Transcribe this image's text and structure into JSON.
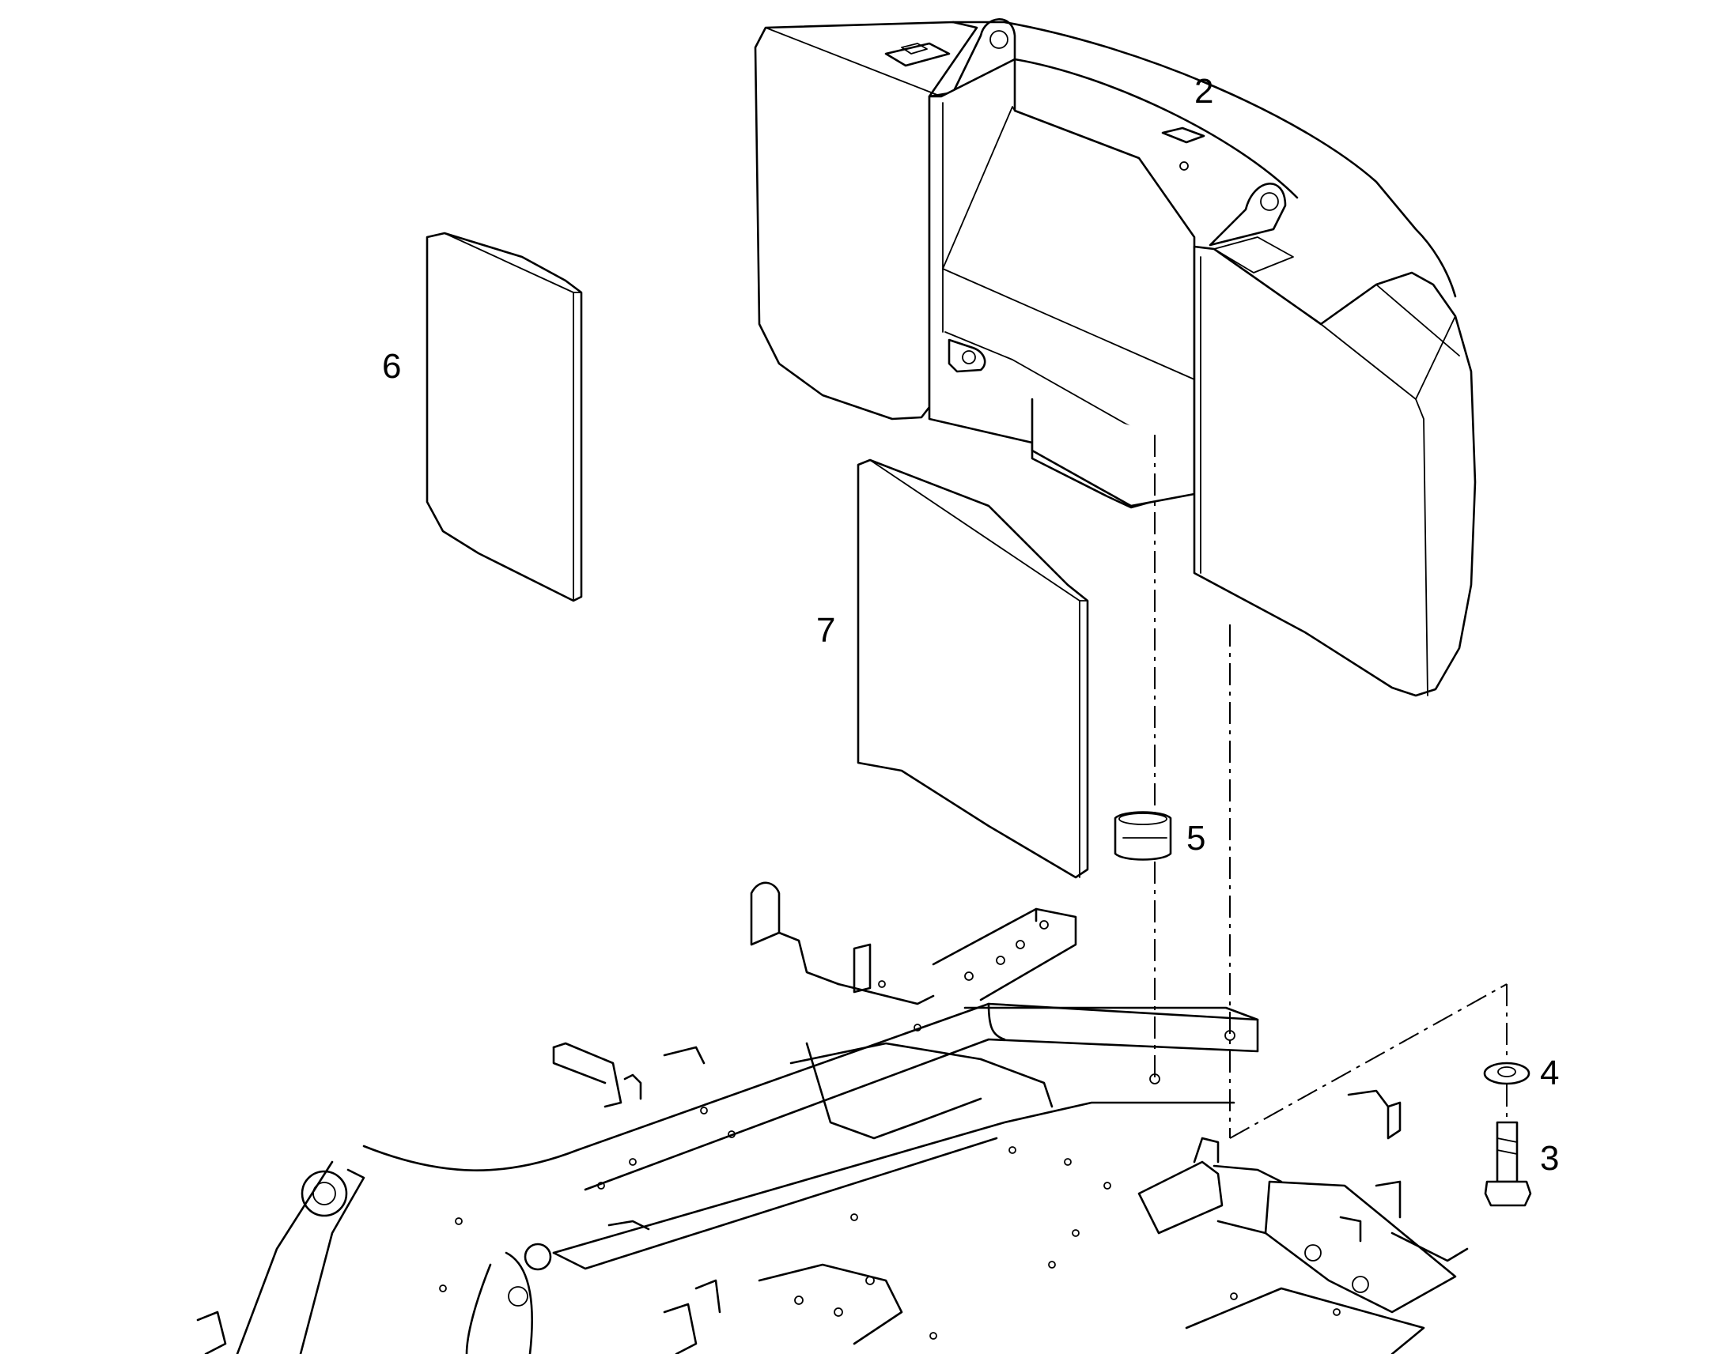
{
  "diagram": {
    "callouts": {
      "counterweight": "2",
      "bolt": "3",
      "washer": "4",
      "bushing": "5",
      "left_pad": "6",
      "right_pad": "7"
    }
  }
}
